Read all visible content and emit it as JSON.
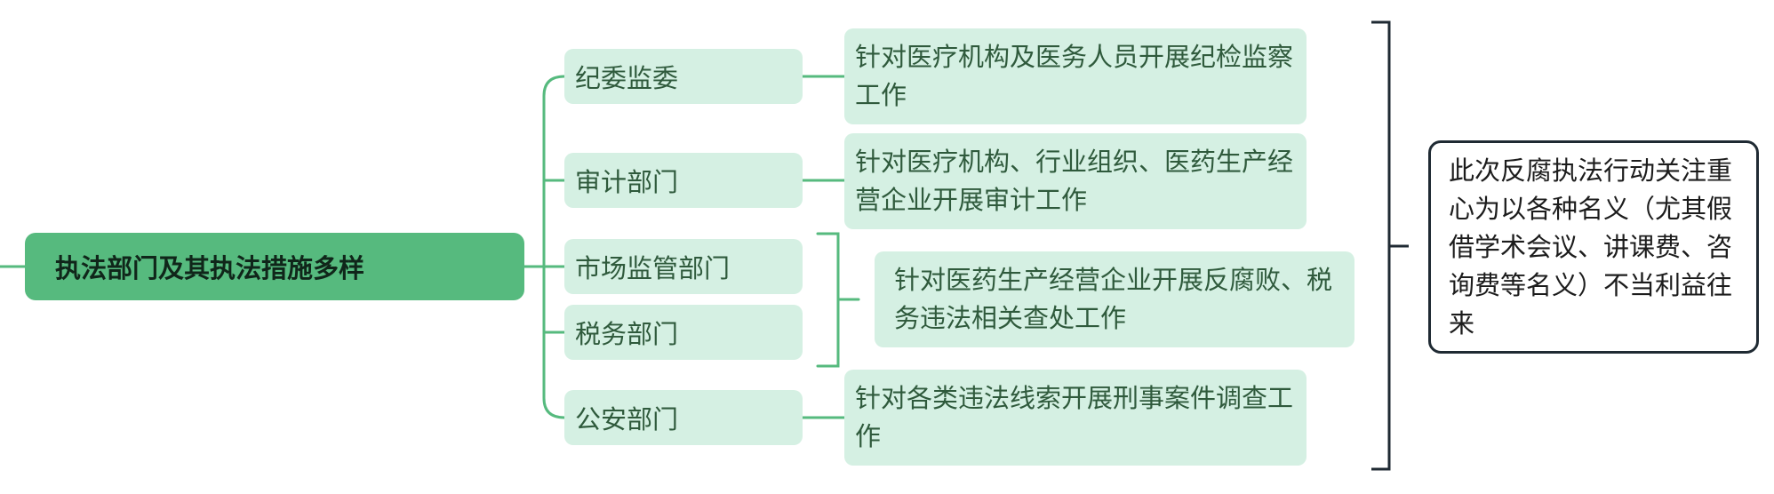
{
  "diagram": {
    "root": "执法部门及其执法措施多样",
    "departments": [
      {
        "name": "纪委监委"
      },
      {
        "name": "审计部门"
      },
      {
        "name": "市场监管部门"
      },
      {
        "name": "税务部门"
      },
      {
        "name": "公安部门"
      }
    ],
    "measures": [
      {
        "text": "针对医疗机构及医务人员开展纪检监察工作"
      },
      {
        "text": "针对医疗机构、行业组织、医药生产经营企业开展审计工作"
      },
      {
        "text": "针对医药生产经营企业开展反腐败、税务违法相关查处工作"
      },
      {
        "text": "针对各类违法线索开展刑事案件调查工作"
      }
    ],
    "summary": "此次反腐执法行动关注重心为以各种名义（尤其假借学术会议、讲课费、咨询费等名义）不当利益往来"
  },
  "colors": {
    "root_fill": "#56ba7e",
    "node_fill": "#d5f0e3",
    "connector": "#56ba7e",
    "summary_border": "#1f2a33",
    "bracket": "#1f2a33"
  }
}
